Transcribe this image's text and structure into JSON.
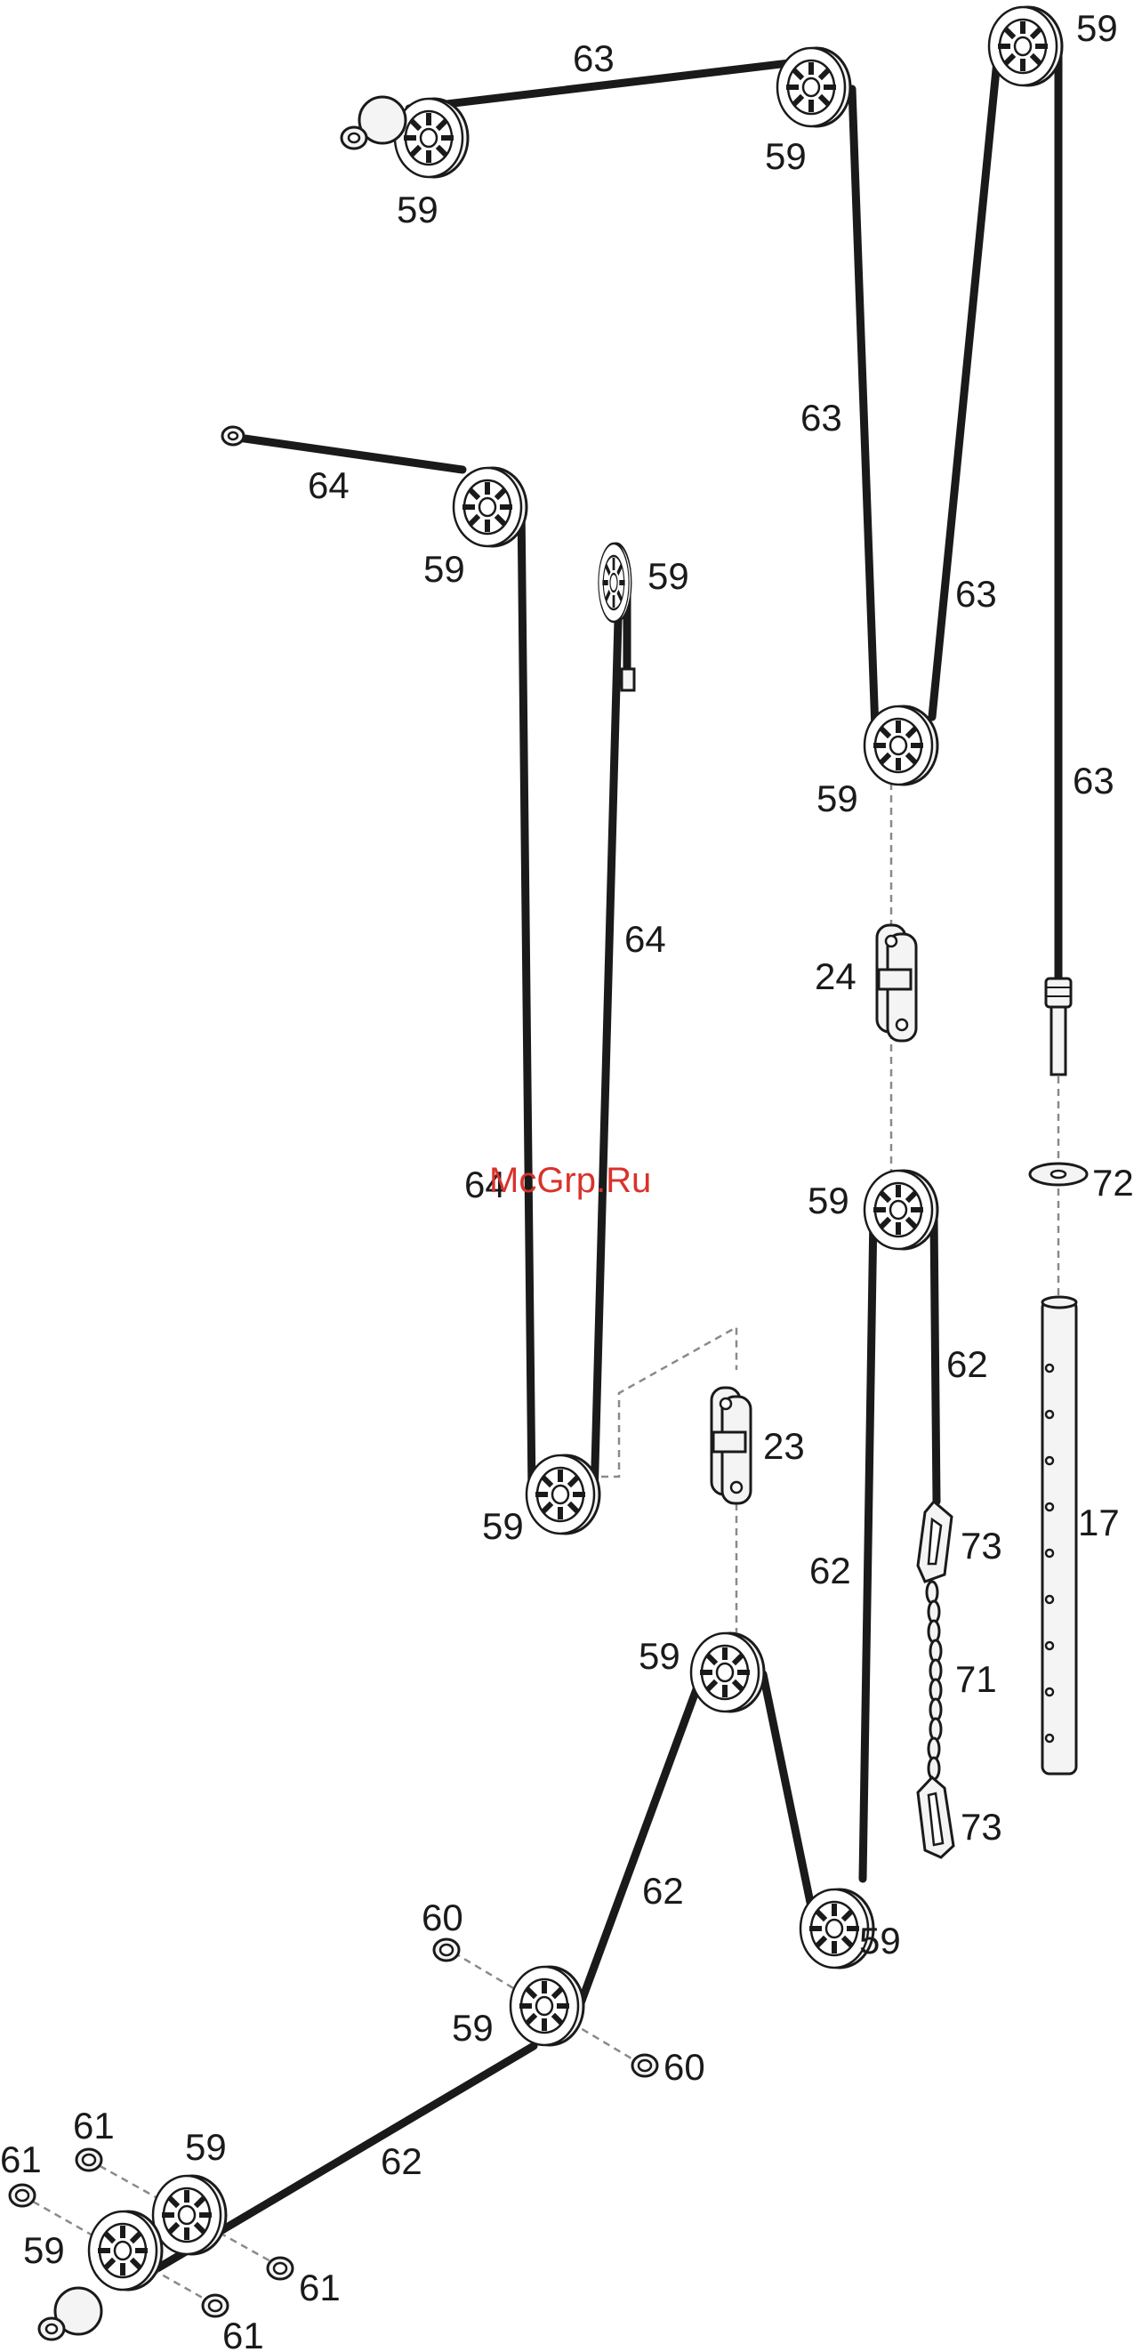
{
  "watermark": "McGrp.Ru",
  "labels": {
    "pulley_59": "59",
    "cable_63": "63",
    "cable_64": "64",
    "cable_62": "62",
    "bracket_24": "24",
    "bracket_23": "23",
    "washer_72": "72",
    "tube_17": "17",
    "snap_hook_73": "73",
    "chain_71": "71",
    "cap_60": "60",
    "cap_61": "61"
  }
}
